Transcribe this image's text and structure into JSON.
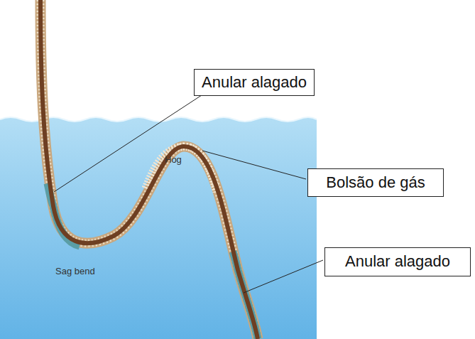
{
  "diagram": {
    "nodes": [
      {
        "text": [
          "Anular alagado"
        ]
      },
      {
        "text": [
          "Bolsão de gás"
        ]
      },
      {
        "text": [
          "Anular alagado"
        ]
      }
    ],
    "labels": [
      "Hog",
      "Sag bend"
    ]
  }
}
